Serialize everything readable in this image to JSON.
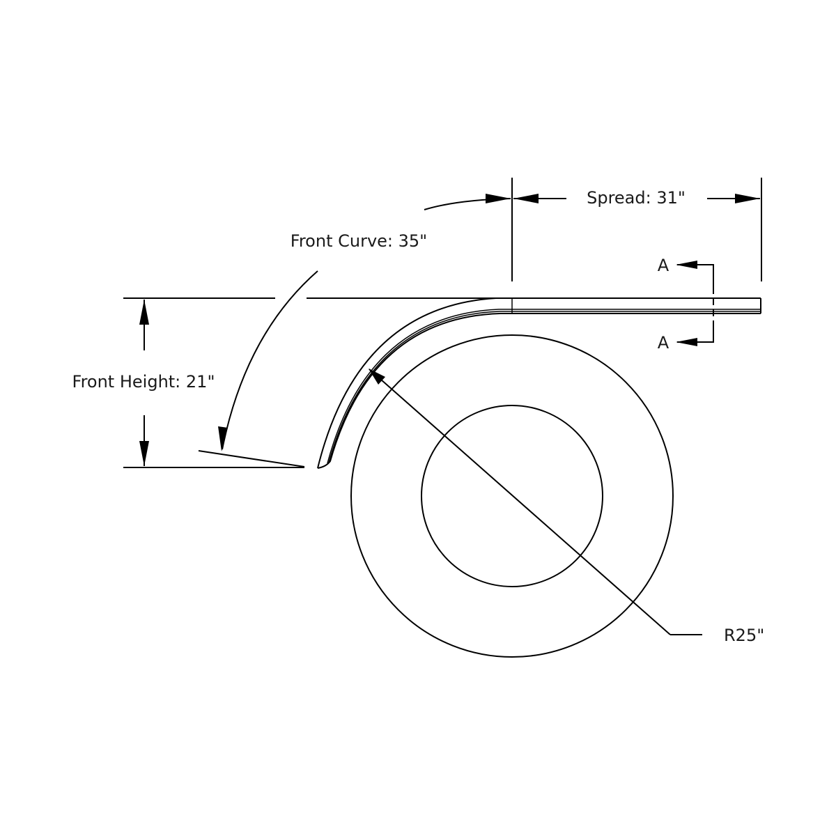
{
  "labels": {
    "spread": "Spread: 31\"",
    "front_curve": "Front Curve: 35\"",
    "front_height": "Front Height: 21\"",
    "radius": "R25\"",
    "section_top": "A",
    "section_bottom": "A"
  },
  "colors": {
    "line": "#000000",
    "text": "#1a1a1a",
    "background": "#ffffff"
  }
}
